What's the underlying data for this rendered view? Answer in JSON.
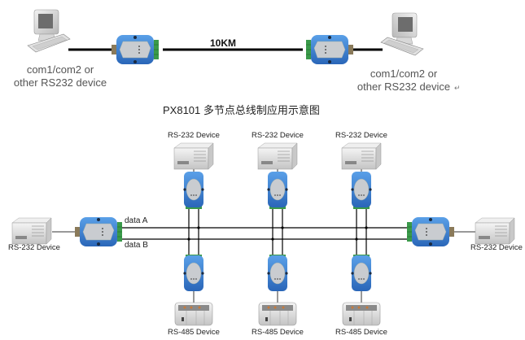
{
  "top_section": {
    "left_pc_label": [
      "com1/com2 or",
      "other RS232 device"
    ],
    "right_pc_label": [
      "com1/com2 or",
      "other RS232 device"
    ],
    "distance_label": "10KM",
    "paragraph_mark": "↵"
  },
  "bottom_section": {
    "title": "PX8101 多节点总线制应用示意图",
    "bus_labels": {
      "line_a": "data A",
      "line_b": "data B"
    },
    "left_end_device": "RS-232 Device",
    "right_end_device": "RS-232 Device",
    "top_nodes": [
      "RS-232 Device",
      "RS-232 Device",
      "RS-232 Device"
    ],
    "bottom_nodes": [
      "RS-485 Device",
      "RS-485 Device",
      "RS-485 Device"
    ]
  },
  "colors": {
    "converter_blue": "#3a7fd0",
    "converter_face": "#c9ccd0",
    "terminal_green": "#3a9a4a",
    "wire": "#000000",
    "label_gray": "#555555"
  }
}
